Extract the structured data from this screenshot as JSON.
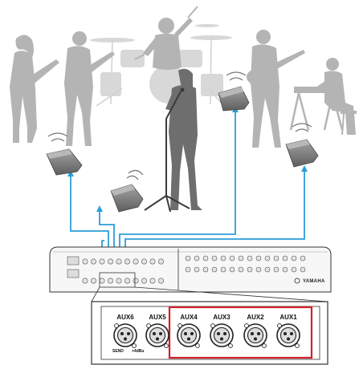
{
  "diagram": {
    "brand_logo": "YAMAHA",
    "outputs": [
      {
        "id": "aux6",
        "label": "AUX6",
        "highlighted": false
      },
      {
        "id": "aux5",
        "label": "AUX5",
        "highlighted": false
      },
      {
        "id": "aux4",
        "label": "AUX4",
        "highlighted": true
      },
      {
        "id": "aux3",
        "label": "AUX3",
        "highlighted": true
      },
      {
        "id": "aux2",
        "label": "AUX2",
        "highlighted": true
      },
      {
        "id": "aux1",
        "label": "AUX1",
        "highlighted": true
      }
    ],
    "send_label": "SEND",
    "phantom_label": "+4dBu",
    "colors": {
      "cable": "#2a9fd8",
      "highlight": "#d2202a",
      "silhouette_dark": "#6e6e6e",
      "silhouette_light": "#b4b4b4",
      "monitor": "#7b7b7b"
    }
  }
}
